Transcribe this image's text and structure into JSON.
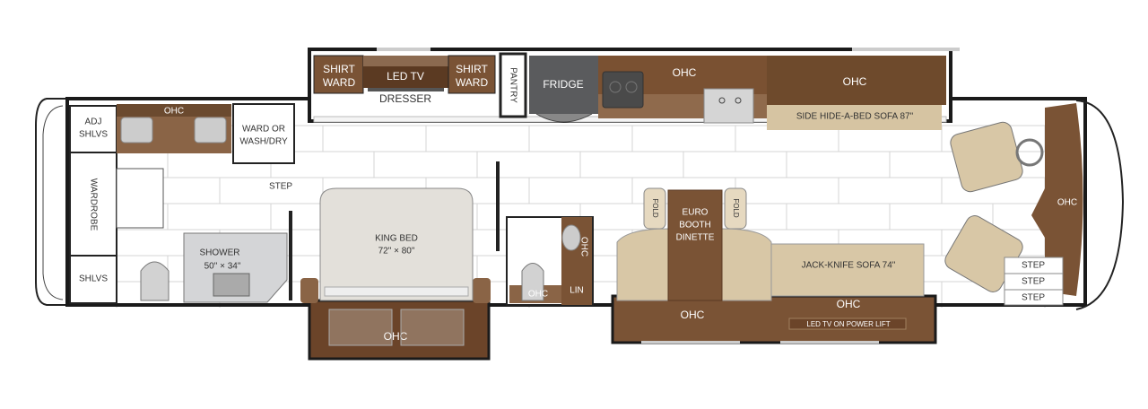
{
  "colors": {
    "wall": "#1a1a1a",
    "cabinet": "#6b4a2f",
    "cabinet_light": "#8a6a4d",
    "upholstery": "#d8c7a6",
    "bed": "#e3e0da",
    "appliance": "#5a5b5d",
    "tile_line": "#d4d4d4"
  },
  "labels": {
    "adj_shlvs": [
      "ADJ",
      "SHLVS"
    ],
    "wardrobe": "WARDROBE",
    "shlvs": "SHLVS",
    "bath_ohc": "OHC",
    "ward_wash": [
      "WARD OR",
      "WASH/DRY"
    ],
    "step_rear": "STEP",
    "shower": [
      "SHOWER",
      "50\" × 34\""
    ],
    "king_bed": [
      "KING BED",
      "72\" × 80\""
    ],
    "bedroom_ohc": "OHC",
    "shirt_ward_1": [
      "SHIRT",
      "WARD"
    ],
    "led_tv": "LED TV",
    "shirt_ward_2": [
      "SHIRT",
      "WARD"
    ],
    "dresser": "DRESSER",
    "pantry": "PANTRY",
    "fridge": "FRIDGE",
    "kitchen_ohc": "OHC",
    "sofa_ohc": "OHC",
    "side_sofa": "SIDE HIDE-A-BED SOFA 87\"",
    "half_bath_ohc_side": "OHC",
    "half_bath_ohc": "OHC",
    "lin": "LIN",
    "fold_1": "FOLD",
    "fold_2": "FOLD",
    "dinette": [
      "EURO",
      "BOOTH",
      "DINETTE"
    ],
    "dinette_ohc": "OHC",
    "jack_knife": "JACK-KNIFE SOFA 74\"",
    "jack_ohc": "OHC",
    "led_tv_lift": "LED TV ON POWER LIFT",
    "cab_ohc": "OHC",
    "steps": [
      "STEP",
      "STEP",
      "STEP"
    ]
  }
}
